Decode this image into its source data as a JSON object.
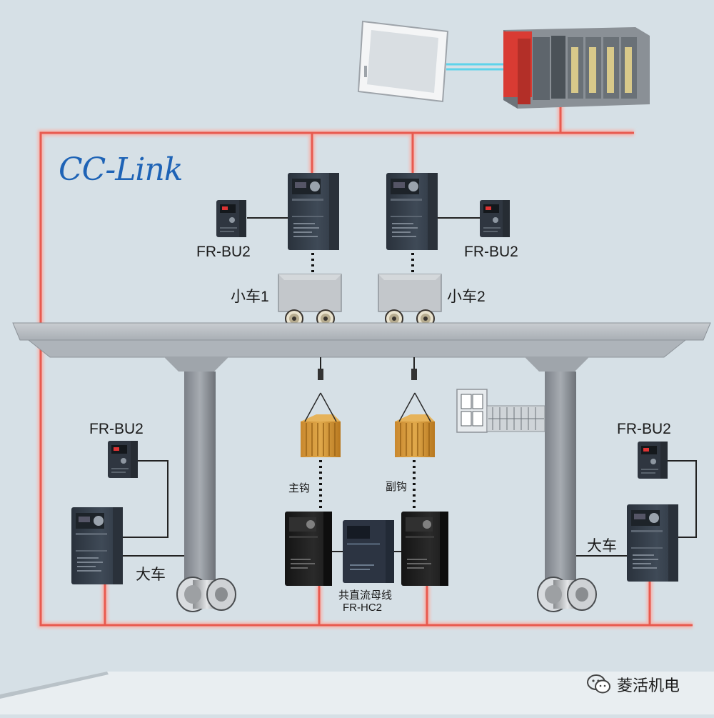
{
  "brand": {
    "logo_text": "CC-Link"
  },
  "labels": {
    "bu2_top_left": "FR-BU2",
    "bu2_top_right": "FR-BU2",
    "bu2_bottom_left": "FR-BU2",
    "bu2_bottom_right": "FR-BU2",
    "trolley_1": "小车1",
    "trolley_2": "小车2",
    "main_hook": "主钩",
    "aux_hook": "副钩",
    "bridge_left": "大车",
    "bridge_right": "大车",
    "common_bus_line1": "共直流母线",
    "common_bus_line2": "FR-HC2"
  },
  "watermark": {
    "text": "菱活机电"
  },
  "colors": {
    "network_line": "#e85a4f",
    "network_glow": "#f6b4ad",
    "link_cyan": "#5fd3ea",
    "brand_blue": "#1e63b6",
    "background": "#d6e0e6",
    "inverter_body": "#36404d",
    "plc_red": "#d93b33"
  }
}
